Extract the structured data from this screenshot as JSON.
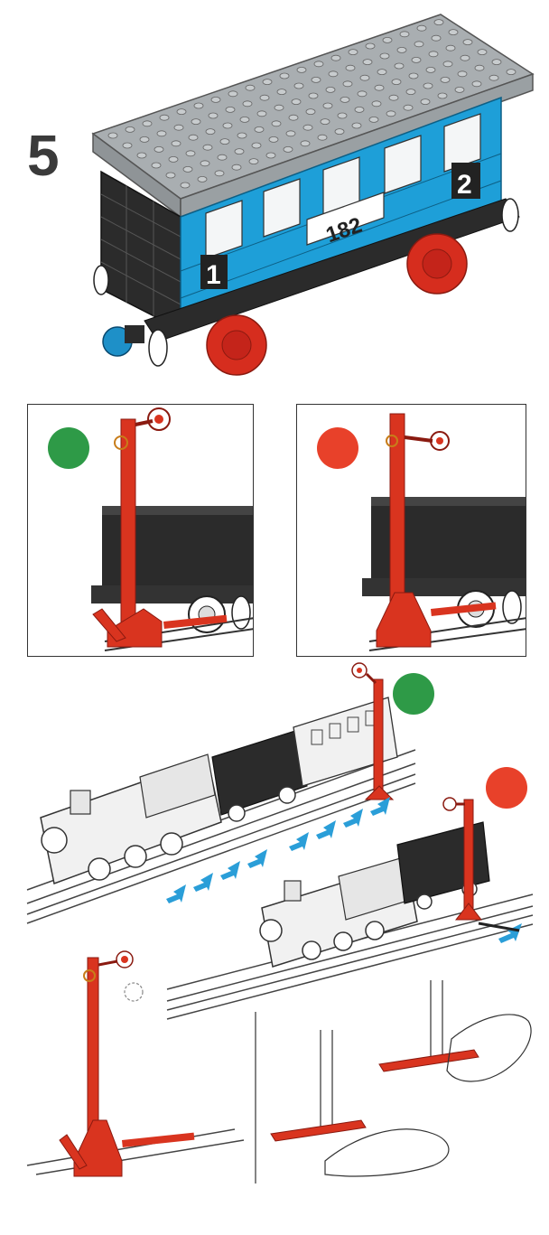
{
  "step": {
    "number": "5"
  },
  "carriage": {
    "number_plate": "182",
    "class_left": "1",
    "class_right": "2"
  },
  "signals": {
    "go_color": "#2e9a47",
    "stop_color": "#e8412a",
    "arm_color": "#d9341f"
  },
  "colors": {
    "carriage_body": "#1e9fd8",
    "roof": "#a9aeb1",
    "wheel": "#d62d1e",
    "coupler": "#1e90c8",
    "dark": "#2b2b2b",
    "arrow": "#2a9ed8"
  },
  "icons": {
    "green_light": "green-signal-light-icon",
    "red_light": "red-signal-light-icon",
    "direction": "direction-arrow-icon"
  }
}
